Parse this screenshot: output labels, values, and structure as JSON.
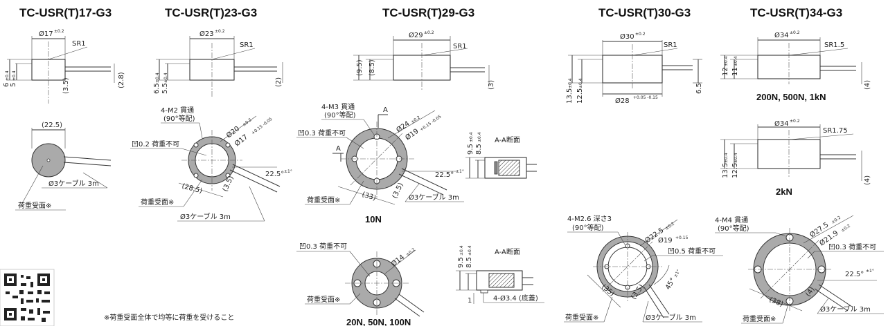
{
  "titles": {
    "t17": "TC-USR(T)17-G3",
    "t23": "TC-USR(T)23-G3",
    "t29": "TC-USR(T)29-G3",
    "t30": "TC-USR(T)30-G3",
    "t34": "TC-USR(T)34-G3"
  },
  "captions": {
    "c29a": "10N",
    "c29b": "20N, 50N, 100N",
    "c34a": "200N, 500N, 1kN",
    "c34b": "2kN"
  },
  "dims": {
    "d17_dia": "Ø17",
    "d17_tol": "±0.2",
    "d17_sr": "SR1",
    "d17_h6": "6",
    "d17_h6t": "±0.4",
    "d17_h5": "5",
    "d17_h5t": "±0.4",
    "d17_c35": "(3.5)",
    "d17_c28": "(2.8)",
    "d17_w225": "(22.5)",
    "d23_dia": "Ø23",
    "d23_tol": "±0.2",
    "d23_sr": "SR1",
    "d23_h65": "6.5",
    "d23_h65t": "±0.4",
    "d23_h55": "5.5",
    "d23_h55t": "±0.4",
    "d23_c2": "(2)",
    "d23_m2": "4-M2 貫通",
    "d23_m2b": "(90°等配)",
    "d23_recess": "凹0.2 荷重不可",
    "d23_o20": "Ø20",
    "d23_o20t": "±0.2",
    "d23_o17": "Ø17",
    "d23_o17t": "+0.15 -0.05",
    "d23_ang": "22.5°",
    "d23_angt": "±1°",
    "d23_285": "(28.5)",
    "d23_35": "(3.5)",
    "d29_dia": "Ø29",
    "d29_tol": "±0.2",
    "d29_sr": "SR1",
    "d29_95": "(9.5)",
    "d29_85": "(8.5)",
    "d29_c3": "(3)",
    "d29_m3": "4-M3 貫通",
    "d29_m3b": "(90°等配)",
    "d29_A": "A",
    "d29_recess": "凹0.3 荷重不可",
    "d29_o24": "Ø24",
    "d29_o24t": "±0.2",
    "d29_o19": "Ø19",
    "d29_o19t": "+0.15 -0.05",
    "d29_ang": "22.5°",
    "d29_angt": "±1°",
    "d29_33": "(33)",
    "d29_35": "(3.5)",
    "d29_aa": "A-A断面",
    "d29_s95": "9.5",
    "d29_s95t": "±0.4",
    "d29_s85": "8.5",
    "d29_s85t": "±0.4",
    "d29b_recess": "凹0.3 荷重不可",
    "d29b_o14": "Ø14",
    "d29b_o14t": "±0.2",
    "d29b_aa": "A-A断面",
    "d29b_95": "9.5",
    "d29b_95t": "±0.4",
    "d29b_85": "8.5",
    "d29b_85t": "±0.4",
    "d29b_1": "1",
    "d29b_hole": "4-Ø3.4 (底蓋)",
    "d30_dia": "Ø30",
    "d30_tol": "±0.2",
    "d30_sr": "SR1",
    "d30_135": "13.5",
    "d30_135t": "±0.4",
    "d30_125": "12.5",
    "d30_125t": "±0.4",
    "d30_o28": "Ø28",
    "d30_o28t": "+0.05 -0.15",
    "d30_65": "6.5",
    "d30_m26": "4-M2.6 深さ3",
    "d30_m26b": "(90°等配)",
    "d30_o225": "Ø22.5",
    "d30_o225t": "±0.2",
    "d30_o19": "Ø19",
    "d30_o19t": "+0.15",
    "d30_recess": "凹0.5 荷重不可",
    "d30_45": "45°",
    "d30_45t": "±1°",
    "d30_35": "(35)",
    "d30_35b": "(3.5)",
    "d34_dia": "Ø34",
    "d34_tol": "±0.2",
    "d34_sr15": "SR1.5",
    "d34_12": "12",
    "d34_12t": "±0.4",
    "d34_11": "11",
    "d34_11t": "±0.4",
    "d34_4": "(4)",
    "d34b_dia": "Ø34",
    "d34b_tol": "±0.2",
    "d34b_sr": "SR1.75",
    "d34b_135": "13.5",
    "d34b_135t": "±0.4",
    "d34b_125": "12.5",
    "d34b_125t": "±0.4",
    "d34b_4": "(4)",
    "d34c_m4": "4-M4 貫通",
    "d34c_m4b": "(90°等配)",
    "d34c_o275": "Ø27.5",
    "d34c_o275t": "±0.2",
    "d34c_o219": "Ø21.9",
    "d34c_o219t": "±0.2",
    "d34c_recess": "凹0.3 荷重不可",
    "d34c_ang": "22.5°",
    "d34c_angt": "±1°",
    "d34c_38": "(38)",
    "d34c_4": "(4)"
  },
  "labels": {
    "cable": "Ø3ケーブル 3m",
    "load": "荷重受面※",
    "note": "※荷重受面全体で均等に荷重を受けること"
  },
  "colors": {
    "gray_fill": "#aaaaaa",
    "line": "#333333"
  }
}
